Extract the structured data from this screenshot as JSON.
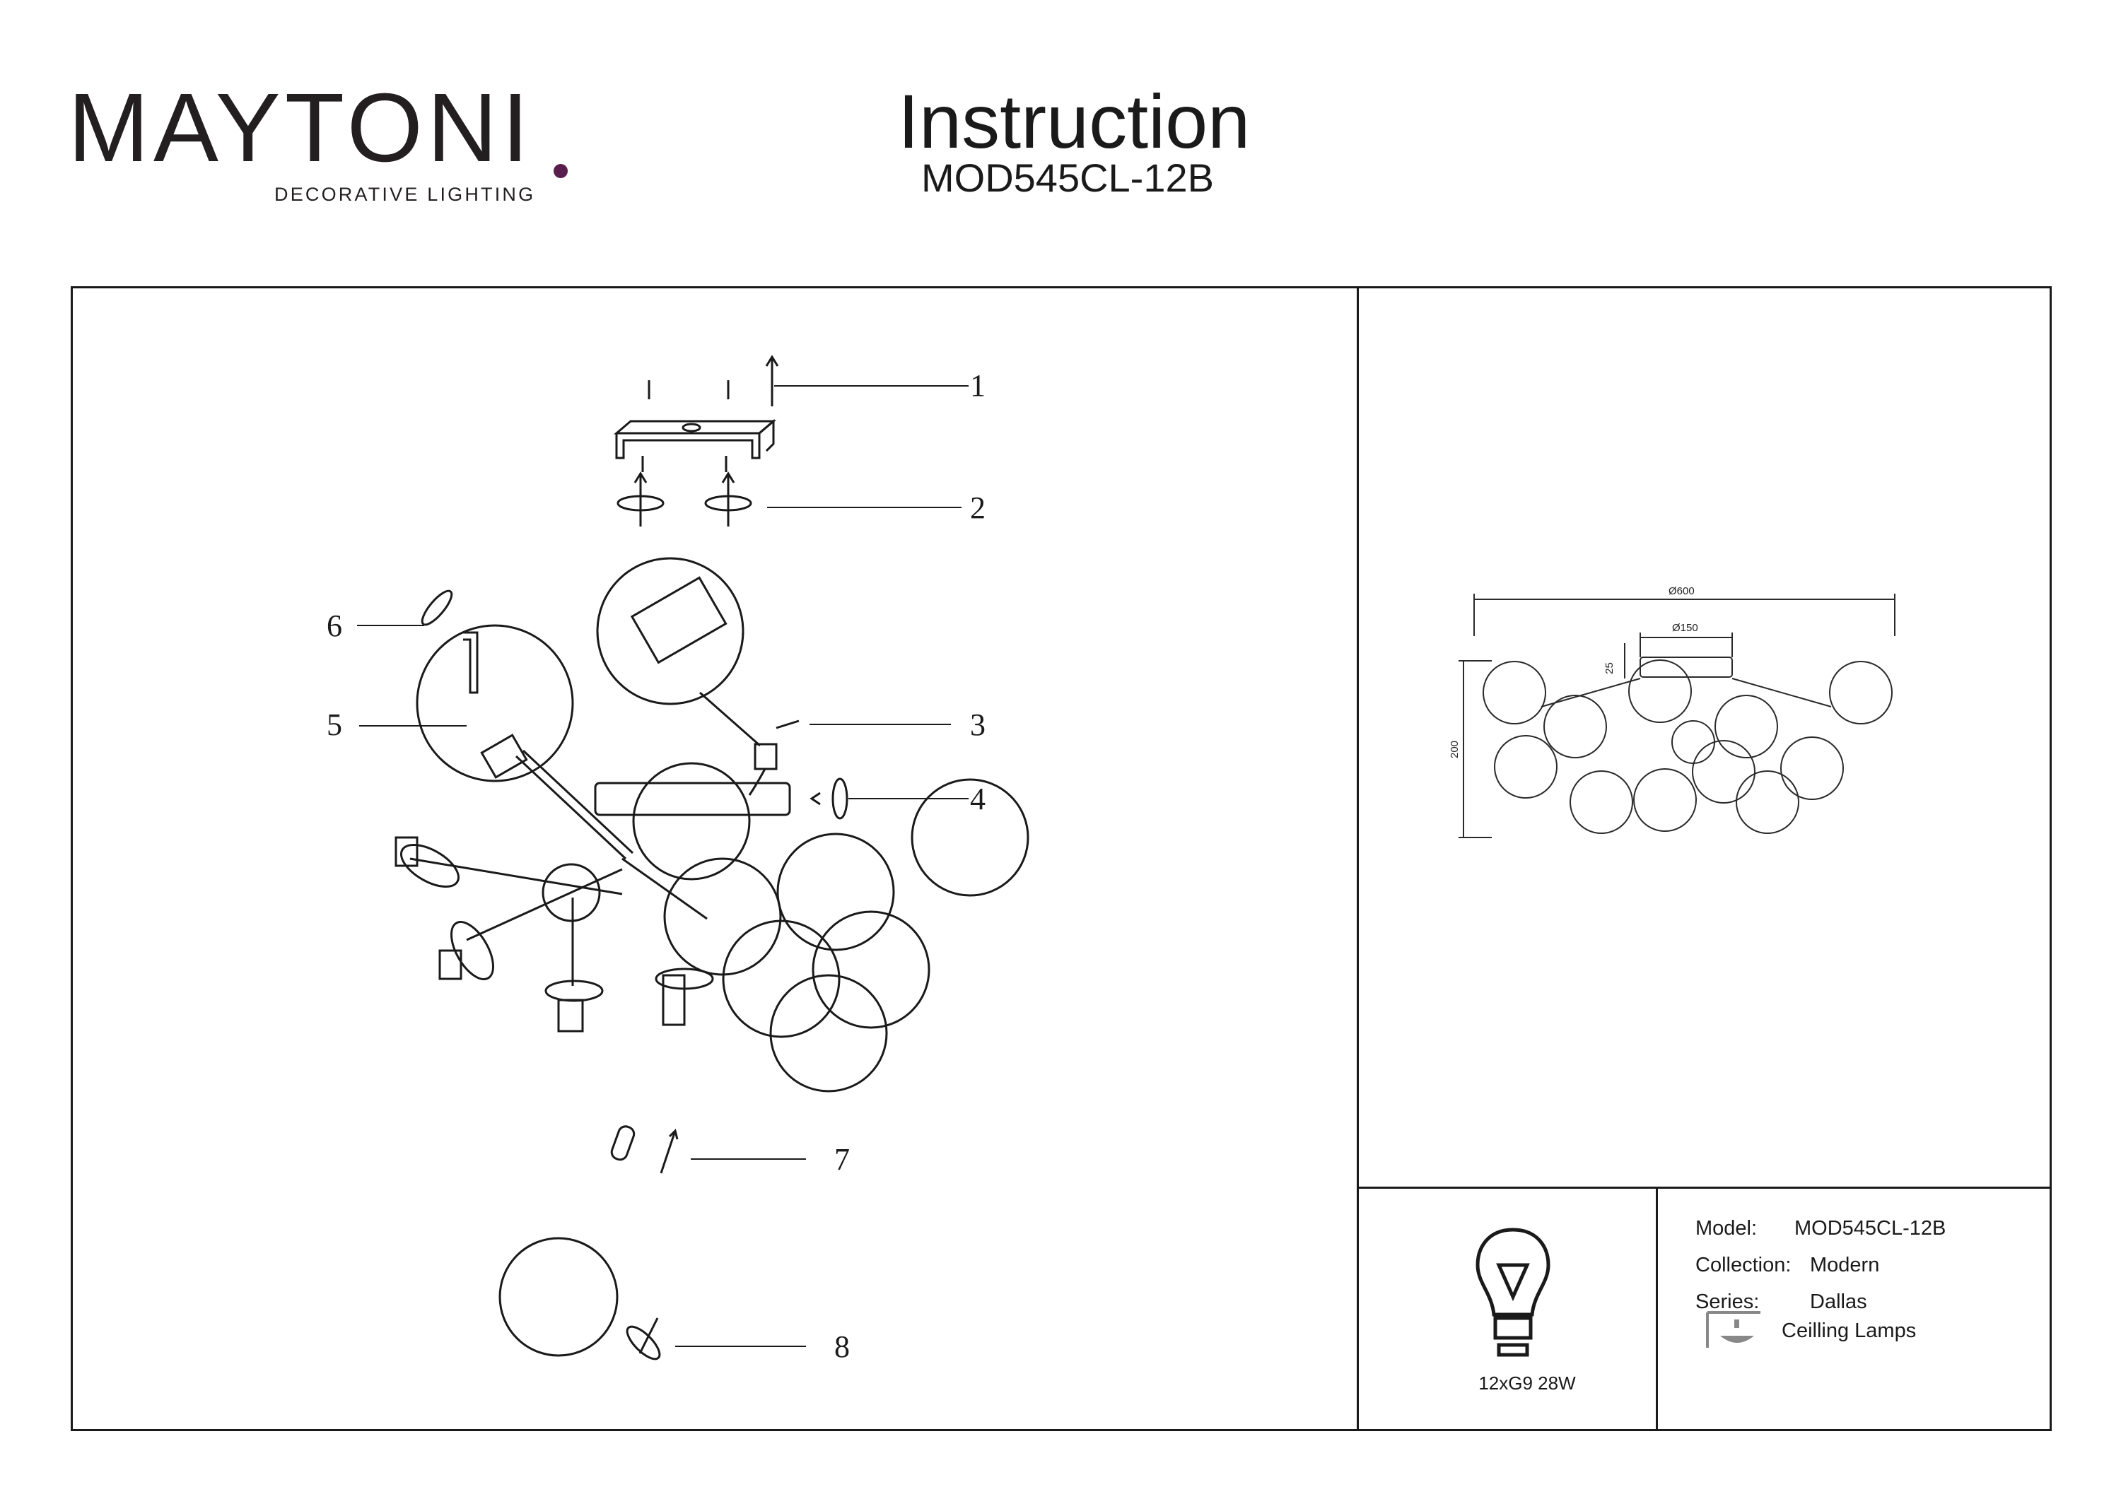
{
  "brand": {
    "name": "MAYTONI",
    "tagline": "DECORATIVE LIGHTING",
    "accent_color": "#5a1e4c"
  },
  "header": {
    "title": "Instruction",
    "model": "MOD545CL-12B"
  },
  "steps": [
    "1",
    "2",
    "3",
    "4",
    "5",
    "6",
    "7",
    "8"
  ],
  "dimensions": {
    "diameter_outer": "Ø600",
    "diameter_canopy": "Ø150",
    "canopy_height": "25",
    "height": "200"
  },
  "bulb": {
    "icon": "light-bulb-icon",
    "spec": "12xG9 28W"
  },
  "specs": {
    "model_label": "Model:",
    "model_value": "MOD545CL-12B",
    "collection_label": "Collection:",
    "collection_value": "Modern",
    "series_label": "Series:",
    "series_value": "Dallas",
    "category_icon": "ceiling-lamp-icon",
    "category_value": "Ceilling Lamps"
  }
}
